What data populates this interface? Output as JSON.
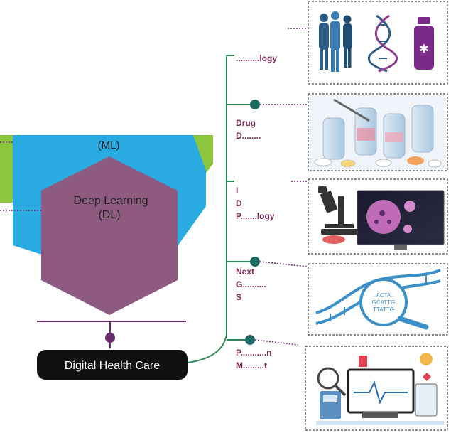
{
  "layers": {
    "ml_label": "(ML)",
    "dl_label_line1": "Deep Learning",
    "dl_label_line2": "(DL)"
  },
  "root": {
    "label": "Digital Health Care"
  },
  "branches": [
    {
      "label_lines": [
        "..........logy"
      ],
      "icon": "people-dna-medicine-icon"
    },
    {
      "label_lines": [
        "Drug",
        "D........"
      ],
      "icon": "test-tubes-pills-icon"
    },
    {
      "label_lines": [
        "I",
        "D",
        "P.......logy"
      ],
      "icon": "microscope-pathology-icon"
    },
    {
      "label_lines": [
        "Next",
        "G..........",
        "S"
      ],
      "icon": "dna-magnifier-icon"
    },
    {
      "label_lines": [
        "P...........n",
        "M.........t"
      ],
      "icon": "medical-devices-icon"
    }
  ],
  "colors": {
    "ml_blue": "#29abe2",
    "ai_green": "#8cc63f",
    "dl_purple": "#8e5a80",
    "tree_green": "#2e8b57",
    "node_teal": "#1e6b64",
    "dark_purple": "#6a2b6a",
    "pill_bg": "#111111"
  }
}
